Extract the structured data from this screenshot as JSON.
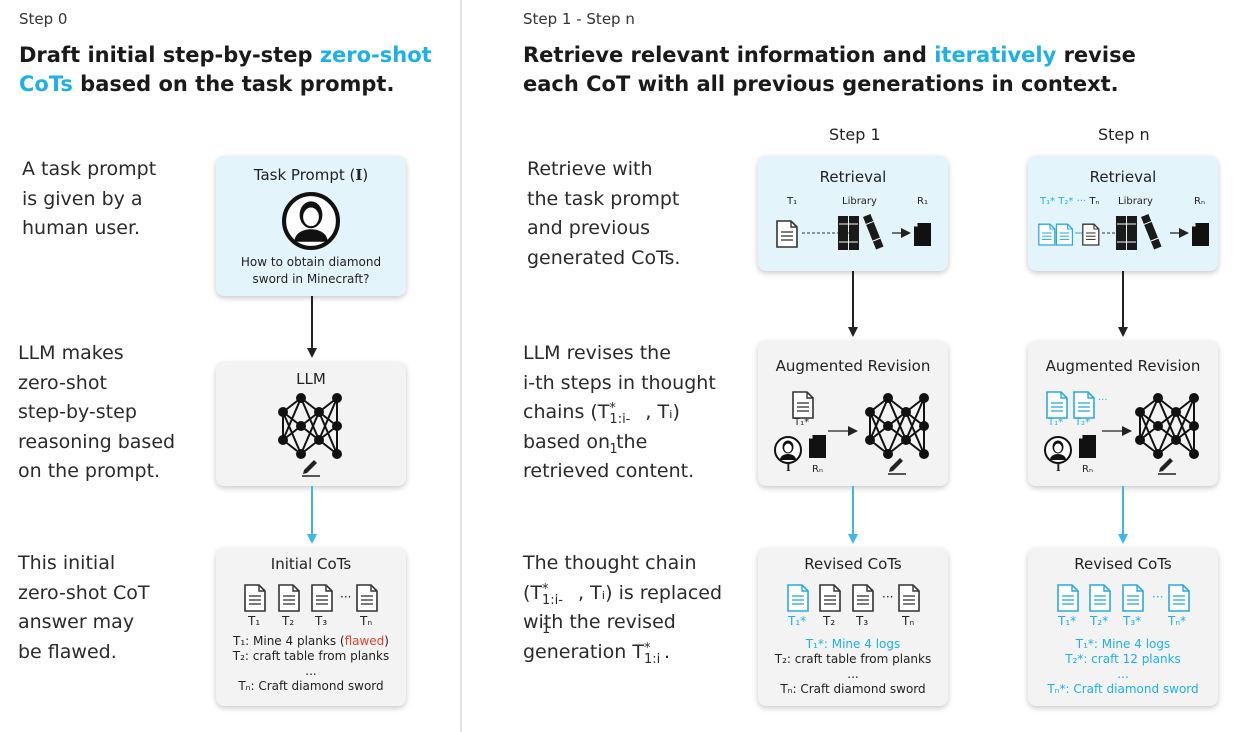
{
  "left": {
    "step_label": "Step 0",
    "heading_part1": "Draft initial step-by-step ",
    "heading_highlight": "zero-shot CoTs",
    "heading_part2": " based on the task prompt.",
    "desc1": [
      "A task prompt",
      "is given by a",
      "human user."
    ],
    "desc2": [
      "LLM makes",
      "zero-shot",
      "step-by-step",
      "reasoning based",
      "on the prompt."
    ],
    "desc3": [
      "This initial",
      "zero-shot CoT",
      "answer may",
      "be flawed."
    ],
    "task_prompt": {
      "title": "Task Prompt (",
      "title_symbol": "I",
      "title_close": ")",
      "question_line1": "How to obtain diamond",
      "question_line2": "sword in Minecraft?"
    },
    "llm_title": "LLM",
    "initial_cots": {
      "title": "Initial CoTs",
      "labels": [
        "T₁",
        "T₂",
        "T₃",
        "Tₙ"
      ],
      "ellipsis": "···",
      "line1_prefix": "T₁: Mine 4 planks (",
      "line1_flag": "flawed",
      "line1_suffix": ")",
      "line2": "T₂: craft table from planks",
      "line3": "...",
      "line4": "Tₙ: Craft diamond sword"
    }
  },
  "right": {
    "step_label": "Step 1 - Step n",
    "heading_part1": "Retrieve relevant information and ",
    "heading_highlight": "iteratively",
    "heading_part2": " revise",
    "heading_line2": "each CoT with all previous generations in context.",
    "col1_label": "Step 1",
    "coln_label": "Step n",
    "desc1": [
      "Retrieve with",
      "the task prompt",
      "and previous",
      "generated CoTs."
    ],
    "desc2_line1": "LLM revises the",
    "desc2_line2": "i-th steps in thought",
    "desc2_line3_a": "chains (T",
    "desc2_line3_sup": "*",
    "desc2_line3_sub": "1:i-1",
    "desc2_line3_b": ", Tᵢ)",
    "desc2_line4": "based on the",
    "desc2_line5": "retrieved content.",
    "desc3_line1": "The thought chain",
    "desc3_line2_a": "(T",
    "desc3_line2_sup": "*",
    "desc3_line2_sub": "1:i-1",
    "desc3_line2_b": ", Tᵢ) is replaced",
    "desc3_line3": "with the revised",
    "desc3_line4_a": "generation T",
    "desc3_line4_sup": "*",
    "desc3_line4_sub": "1:i",
    "desc3_line4_b": ".",
    "retrieval1": {
      "title": "Retrieval",
      "t_label": "T₁",
      "lib_label": "Library",
      "r_label": "R₁"
    },
    "retrievaln": {
      "title": "Retrieval",
      "t_label": "T₁* T₂* ··· Tₙ",
      "t_label_blue": "T₁* T₂* ···",
      "t_label_black": " Tₙ",
      "lib_label": "Library",
      "r_label": "Rₙ"
    },
    "aug1": {
      "title": "Augmented Revision",
      "doc_label": "T₁*",
      "i_label": "I",
      "r_label": "Rₙ"
    },
    "augn": {
      "title": "Augmented Revision",
      "doc_labels": [
        "T₁*",
        "T₂*"
      ],
      "i_label": "I",
      "r_label": "Rₙ"
    },
    "revised1": {
      "title": "Revised CoTs",
      "labels": [
        "T₁*",
        "T₂",
        "T₃",
        "Tₙ"
      ],
      "ellipsis": "···",
      "line1": "T₁*: Mine 4 logs",
      "line2": "T₂: craft table from planks",
      "line3": "...",
      "line4": "Tₙ: Craft diamond sword"
    },
    "revisedn": {
      "title": "Revised CoTs",
      "labels": [
        "T₁*",
        "T₂*",
        "T₃*",
        "Tₙ*"
      ],
      "ellipsis": "···",
      "line1": "T₁*: Mine 4 logs",
      "line2": "T₂*: craft 12 planks",
      "line3": "...",
      "line4": "Tₙ*: Craft diamond sword"
    }
  },
  "colors": {
    "accent": "#1fb0e6",
    "flaw": "#e0422f",
    "card_blue": "#e4f4fb",
    "card_gray": "#f3f3f3"
  }
}
